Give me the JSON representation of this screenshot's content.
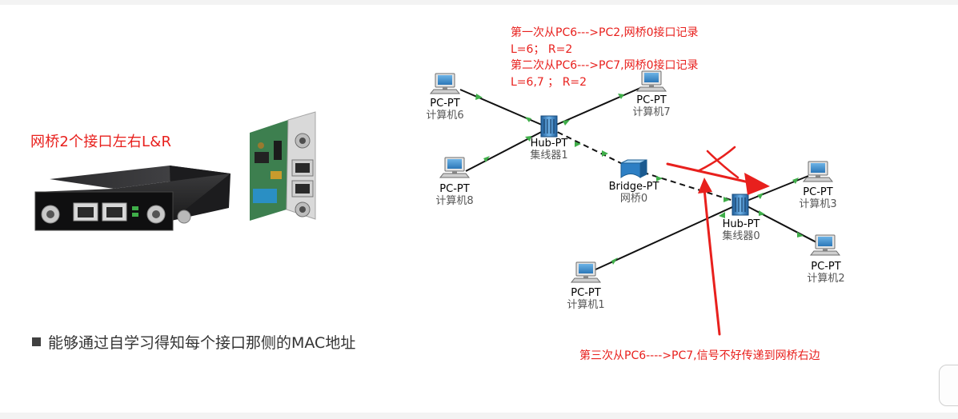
{
  "slide": {
    "title": "网桥2个接口左右L&R",
    "bullet": "能够通过自学习得知每个接口那侧的MAC地址"
  },
  "annotations": {
    "top_lines": [
      "第一次从PC6--->PC2,网桥0接口记录",
      "L=6；  R=2",
      "第二次从PC6--->PC7,网桥0接口记录",
      "L=6,7 ；  R=2"
    ],
    "bottom": "第三次从PC6---->PC7,信号不好传递到网桥右边"
  },
  "devices": {
    "pc6": {
      "type": "PC-PT",
      "name": "计算机6"
    },
    "pc7": {
      "type": "PC-PT",
      "name": "计算机7"
    },
    "pc8": {
      "type": "PC-PT",
      "name": "计算机8"
    },
    "pc3": {
      "type": "PC-PT",
      "name": "计算机3"
    },
    "pc2": {
      "type": "PC-PT",
      "name": "计算机2"
    },
    "pc1": {
      "type": "PC-PT",
      "name": "计算机1"
    },
    "hub1": {
      "type": "Hub-PT",
      "name": "集线器1"
    },
    "hub0": {
      "type": "Hub-PT",
      "name": "集线器0"
    },
    "bridge0": {
      "type": "Bridge-PT",
      "name": "网桥0"
    }
  },
  "colors": {
    "annotation": "#e8201d",
    "link_up": "#3fae49",
    "device_blue": "#2d7fc4"
  }
}
